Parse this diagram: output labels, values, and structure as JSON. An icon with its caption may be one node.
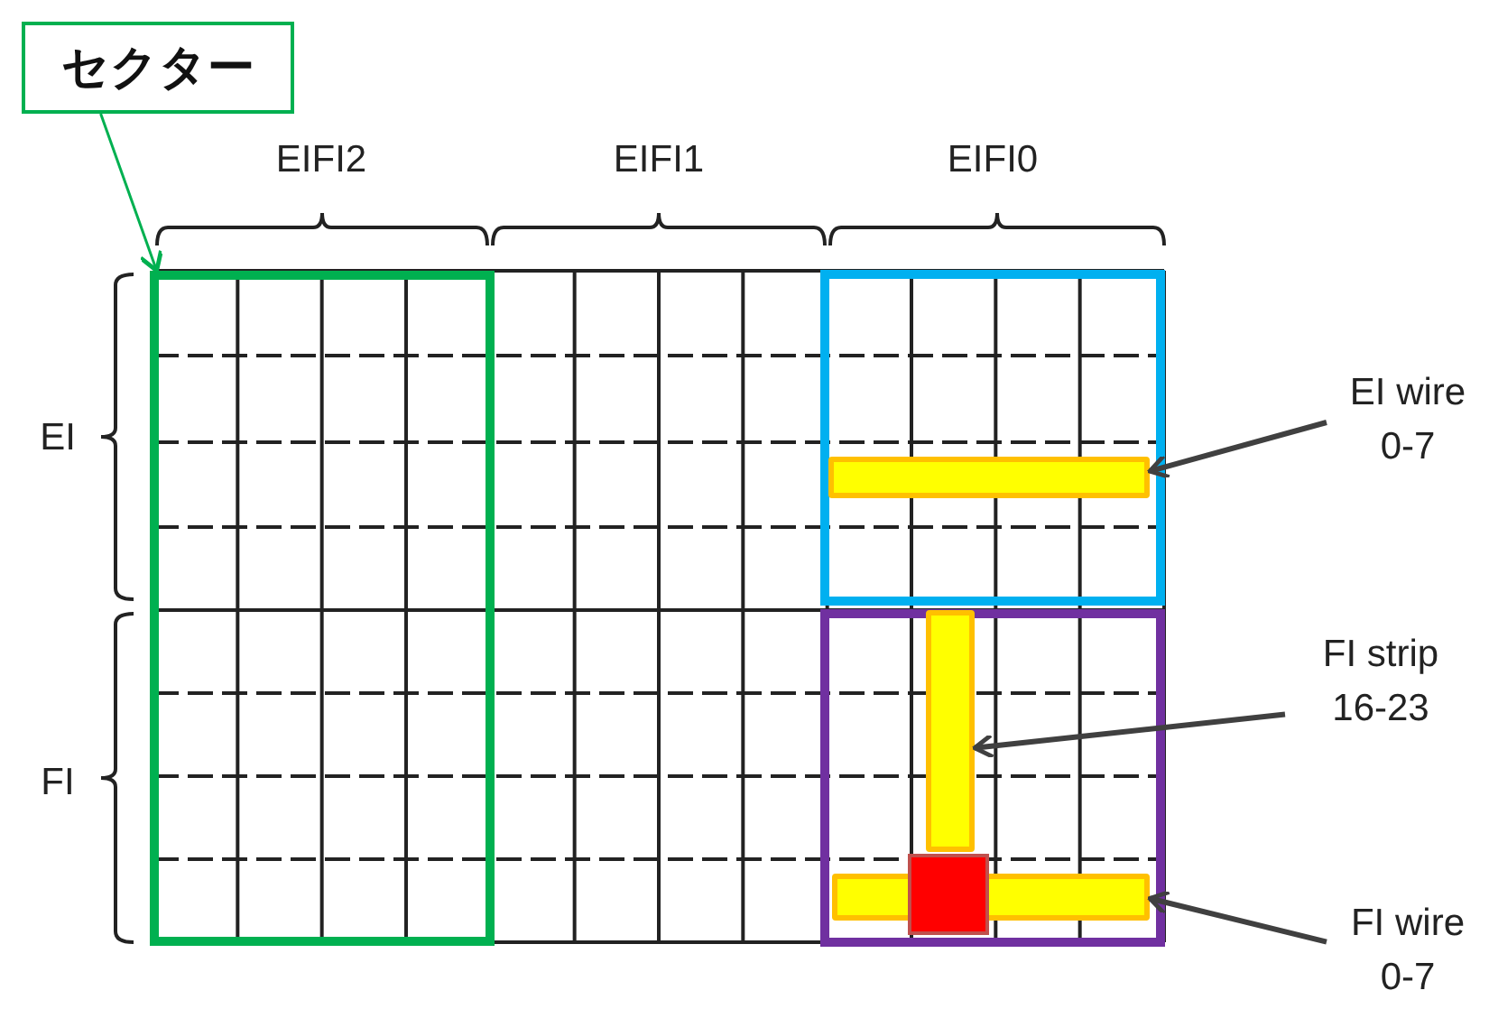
{
  "diagram": {
    "nodes": [
      {
        "text": [
          "セクター"
        ]
      },
      {
        "text": [],
        "shape": "box"
      },
      {
        "text": [
          "EI wire 0-7"
        ]
      },
      {
        "text": [],
        "shape": "bar"
      },
      {
        "text": [
          "FI strip 16-23"
        ]
      },
      {
        "text": [],
        "shape": "bar"
      },
      {
        "text": [
          "FI wire 0-7"
        ]
      },
      {
        "text": [],
        "shape": "bar"
      }
    ],
    "edges": [
      {
        "from": 0,
        "to": 1,
        "arrow": "to",
        "color": "#00b050"
      },
      {
        "from": 2,
        "to": 3,
        "arrow": "to"
      },
      {
        "from": 4,
        "to": 5,
        "arrow": "to"
      },
      {
        "from": 6,
        "to": 7,
        "arrow": "to"
      }
    ],
    "labels": [
      "EIFI2",
      "EIFI1",
      "EIFI0",
      "EI",
      "FI"
    ]
  }
}
